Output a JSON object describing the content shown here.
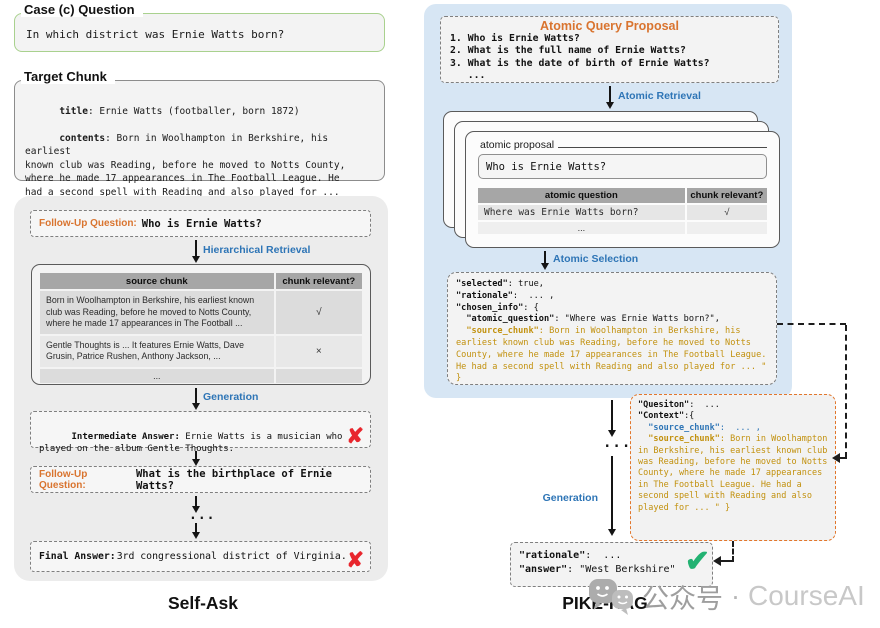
{
  "colors": {
    "orange": "#D9742F",
    "blue_label": "#2E75B6",
    "gold": "#C2910E",
    "panel_blue": "#D7E6F4",
    "panel_gray": "#ECECEC",
    "red_mark": "#E8262D",
    "green_mark": "#23B272",
    "green_border": "#A9D18E"
  },
  "case_question": {
    "label": "Case (c) Question",
    "text": "In which district was Ernie Watts born?"
  },
  "target_chunk": {
    "label": "Target Chunk",
    "title_key": "title",
    "title_value": ": Ernie Watts (footballer, born 1872)",
    "contents_key": "contents",
    "contents_value": ": Born in Woolhampton in Berkshire, his earliest\nknown club was Reading, before he moved to Notts County,\nwhere he made 17 appearances in The Football League. He\nhad a second spell with Reading and also played for ..."
  },
  "self_ask": {
    "title": "Self-Ask",
    "followup1_label": "Follow-Up Question:",
    "followup1_text": "Who is Ernie Watts?",
    "retrieval_label": "Hierarchical Retrieval",
    "table": {
      "header_chunk": "source chunk",
      "header_relevant": "chunk relevant?",
      "rows": [
        {
          "chunk": "Born in Woolhampton in Berkshire, his earliest known club was Reading, before he moved to Notts County, where he made 17 appearances in The Football ...",
          "relevant": "√"
        },
        {
          "chunk": "Gentle Thoughts is ... It features Ernie Watts, Dave Grusin, Patrice Rushen, Anthony Jackson, ...",
          "relevant": "×"
        },
        {
          "chunk": "...",
          "relevant": ""
        }
      ]
    },
    "generation_label": "Generation",
    "intermediate_label": "Intermediate Answer:",
    "intermediate_text": " Ernie Watts is a musician who played on the album Gentle Thoughts.",
    "intermediate_mark": "✘",
    "followup2_label": "Follow-Up Question:",
    "followup2_text": "What is the birthplace of Ernie Watts?",
    "ellipsis": "...",
    "final_label": "Final Answer:",
    "final_text": " 3rd congressional district of Virginia.",
    "final_mark": "✘"
  },
  "pike_rag": {
    "title": "PIKE-RAG",
    "proposal": {
      "title": "Atomic Query Proposal",
      "items": [
        "1. Who is Ernie Watts?",
        "2. What is the full name of Ernie Watts?",
        "3. What is the date of birth of Ernie Watts?",
        "   ..."
      ]
    },
    "atomic_retrieval_label": "Atomic Retrieval",
    "card": {
      "label": "atomic proposal",
      "input_text": "Who is Ernie Watts?",
      "header_question": "atomic question",
      "header_relevant": "chunk relevant?",
      "rows": [
        {
          "question": "Where was Ernie Watts born?",
          "relevant": "√"
        },
        {
          "question": "...",
          "relevant": ""
        }
      ]
    },
    "atomic_selection_label": "Atomic Selection",
    "selection": {
      "l1_key": "\"selected\"",
      "l1_rest": ": true,",
      "l2_key": "\"rationale\"",
      "l2_rest": ":  ... ,",
      "l3_key": "\"chosen_info\"",
      "l3_rest": ": {",
      "l4_key": "  \"atomic_question\"",
      "l4_rest": ": \"Where was Ernie Watts born?\",",
      "l5_key": "  \"source_chunk\"",
      "l5_rest": ": Born in Woolhampton in Berkshire, his earliest known club was Reading, before he moved to Notts County, where he made 17 appearances in The Football League. He had a second spell with Reading and also played for ... \" }"
    },
    "generation_label": "Generation",
    "ellipsis": "...",
    "context_box": {
      "l1_key": "\"Quesiton\"",
      "l1_rest": ":  ...",
      "l2_key": "\"Context\"",
      "l2_rest": ":{",
      "l3_key": "  \"source_chunk\"",
      "l3_rest": ":  ... ,",
      "l4_key": "  \"source_chunk\"",
      "l4_rest": ": Born in Woolhampton in Berkshire, his earliest known club was Reading, before he moved to Notts County, where he made 17 appearances in The Football League. He had a second spell with Reading and also played for ... \" }"
    },
    "result": {
      "l1_key": "\"rationale\"",
      "l1_rest": ":  ...",
      "l2_key": "\"answer\"",
      "l2_rest": ": \"West Berkshire\"",
      "mark": "✔"
    }
  },
  "watermark": {
    "icon": "wechat-icon",
    "cn": "公众号",
    "sep": "·",
    "en": "CourseAI"
  }
}
